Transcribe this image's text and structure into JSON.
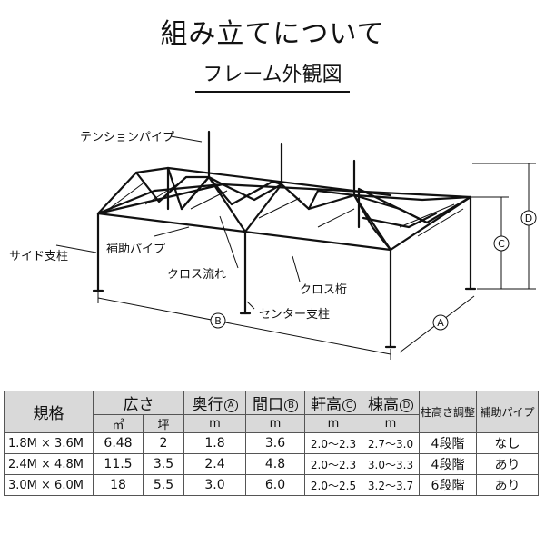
{
  "title": "組み立てについて",
  "subtitle": "フレーム外観図",
  "labels": {
    "tension_pipe": "テンションパイプ",
    "aux_pipe": "補助パイプ",
    "side_post": "サイド支柱",
    "cross_flow": "クロス流れ",
    "cross_beam": "クロス桁",
    "center_post": "センター支柱"
  },
  "dimensions": {
    "A": "A",
    "B": "B",
    "C": "C",
    "D": "D"
  },
  "table": {
    "head": {
      "spec": "規格",
      "area": "広さ",
      "depth": "奥行",
      "width": "間口",
      "eave": "軒高",
      "ridge": "棟高",
      "post_adjust": "柱高さ調整",
      "aux_pipe": "補助パイプ"
    },
    "units": {
      "sqm": "㎡",
      "tsubo": "坪",
      "m1": "m",
      "m2": "m",
      "m3": "m",
      "m4": "m"
    },
    "rows": [
      {
        "size": "1.8M × 3.6M",
        "sqm": "6.48",
        "tsubo": "2",
        "depth": "1.8",
        "width": "3.6",
        "eave": "2.0～2.3",
        "ridge": "2.7～3.0",
        "adjust": "4段階",
        "aux": "なし"
      },
      {
        "size": "2.4M × 4.8M",
        "sqm": "11.5",
        "tsubo": "3.5",
        "depth": "2.4",
        "width": "4.8",
        "eave": "2.0～2.3",
        "ridge": "3.0～3.3",
        "adjust": "4段階",
        "aux": "あり"
      },
      {
        "size": "3.0M × 6.0M",
        "sqm": "18",
        "tsubo": "5.5",
        "depth": "3.0",
        "width": "6.0",
        "eave": "2.0～2.5",
        "ridge": "3.2～3.7",
        "adjust": "6段階",
        "aux": "あり"
      }
    ]
  }
}
